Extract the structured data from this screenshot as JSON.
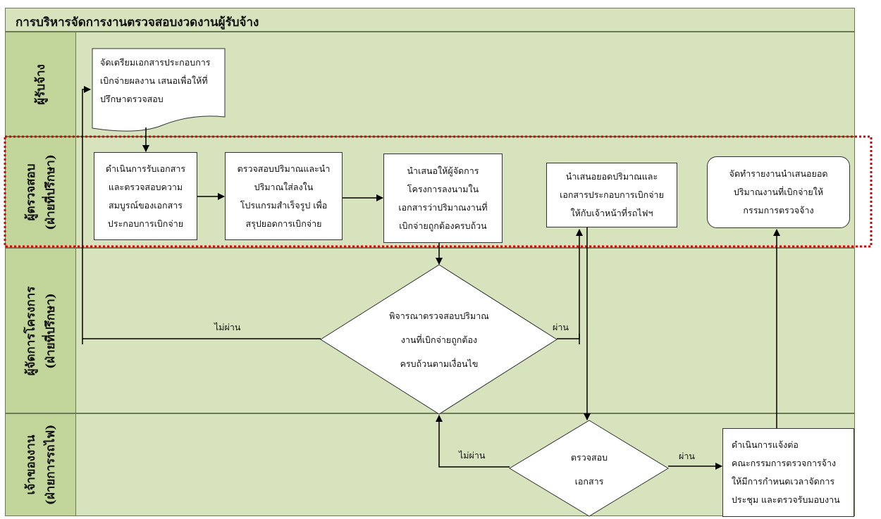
{
  "title": "การบริหารจัดการงานตรวจสอบงวดงานผู้รับจ้าง",
  "lanes": {
    "contractor": {
      "line1": "ผู้รับจ้าง"
    },
    "inspector": {
      "line1": "ผู้ตรวจสอบ",
      "line2": "(ฝ่ายที่ปรึกษา)"
    },
    "project_manager": {
      "line1": "ผู้จัดการโครงการ",
      "line2": "(ฝ่ายที่ปรึกษา)"
    },
    "owner": {
      "line1": "เจ้าของงาน",
      "line2": "(ฝ่ายการรถไฟ)"
    }
  },
  "steps": {
    "prepare_docs": "จัดเตรียมเอกสารประกอบการ\nเบิกจ่ายผลงาน เสนอเพื่อให้ที่\nปรึกษาตรวจสอบ",
    "receive_docs": "ดำเนินการรับเอกสาร\nและตรวจสอบความ\nสมบูรณ์ของเอกสาร\nประกอบการเบิกจ่าย",
    "check_quantity": "ตรวจสอบปริมาณและนำ\nปริมาณใส่ลงใน\nโปรแกรมสำเร็จรูป เพื่อ\nสรุปยอดการเบิกจ่าย",
    "propose_manager": "นำเสนอให้ผู้จัดการ\nโครงการลงนามใน\nเอกสารว่าปริมาณงานที่\nเบิกจ่ายถูกต้องครบถ้วน",
    "submit_to_srt": "นำเสนอยอดปริมาณและ\nเอกสารประกอบการเบิกจ่าย\nให้กับเจ้าหน้าที่รถไฟฯ",
    "report_committee": "จัดทำรายงานนำเสนอยอด\nปริมาณงานที่เบิกจ่ายให้\nกรรมการตรวจจ้าง",
    "notify_committee": "ดำเนินการแจ้งต่อ\nคณะกรรมการตรวจการจ้าง\nให้มีการกำหนดเวลาจัดการ\nประชุม และตรวจรับมอบงาน"
  },
  "decisions": {
    "consider_quantity": "พิจารณาตรวจสอบปริมาณ\nงานที่เบิกจ่ายถูกต้อง\nครบถ้วนตามเงื่อนไข",
    "check_docs": "ตรวจสอบ\nเอกสาร"
  },
  "edge_labels": {
    "fail_1": "ไม่ผ่าน",
    "pass_1": "ผ่าน",
    "fail_2": "ไม่ผ่าน",
    "pass_2": "ผ่าน"
  },
  "colors": {
    "lane_fill": "#d6e3bd",
    "lane_label_fill": "#c2d69b",
    "highlight_border": "#e00000",
    "line": "#000000"
  }
}
